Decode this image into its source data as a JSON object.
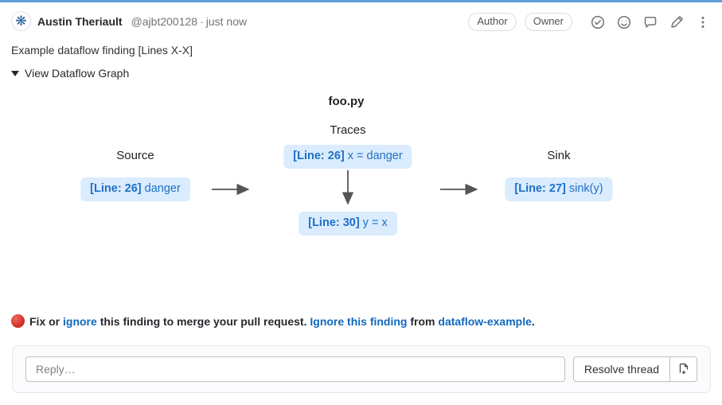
{
  "colors": {
    "top_border": "#5f9ed6",
    "link_blue": "#1068bf",
    "node_bg": "#daecfd",
    "node_text": "#1f6fc8",
    "arrow": "#555555",
    "warning_dot_red": "#d7352c",
    "icon_gray": "#737278"
  },
  "header": {
    "avatar_glyph": "❋",
    "author_name": "Austin Theriault",
    "author_handle": "@ajbt200128",
    "meta_separator": "·",
    "timestamp": "just now",
    "badges": [
      {
        "label": "Author"
      },
      {
        "label": "Owner"
      }
    ],
    "icons": {
      "approve": "check-circle",
      "emoji": "smiley-face",
      "comment": "speech-bubble",
      "edit": "pencil",
      "more": "vertical-ellipsis"
    }
  },
  "comment": {
    "body": "Example dataflow finding [Lines X-X]"
  },
  "dataflow": {
    "toggle_label": "View Dataflow Graph",
    "graph_title": "foo.py",
    "column_labels": {
      "source": "Source",
      "traces": "Traces",
      "sink": "Sink"
    },
    "nodes": {
      "source": {
        "line_label": "[Line: 26]",
        "code": "danger"
      },
      "trace1": {
        "line_label": "[Line: 26]",
        "code": "x = danger"
      },
      "trace2": {
        "line_label": "[Line: 30]",
        "code": "y = x"
      },
      "sink": {
        "line_label": "[Line: 27]",
        "code": "sink(y)"
      }
    }
  },
  "warning": {
    "prefix": "Fix or",
    "link_ignore": "ignore",
    "middle": "this finding to merge your pull request.",
    "link_ignore_finding": "Ignore this finding",
    "from_word": "from",
    "link_repo": "dataflow-example",
    "suffix": "."
  },
  "reply": {
    "placeholder": "Reply…",
    "resolve_button_label": "Resolve thread"
  }
}
